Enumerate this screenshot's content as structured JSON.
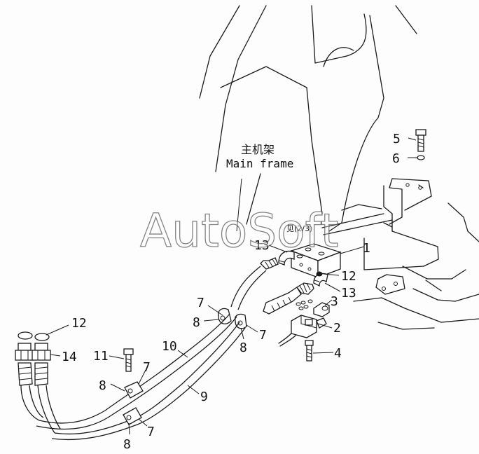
{
  "diagram": {
    "frame_label": {
      "chinese": "主机架",
      "english": "Main frame"
    },
    "reference_note": "见(2/3)",
    "watermark": "AutoSoft",
    "callouts": [
      {
        "id": "c1",
        "text": "1"
      },
      {
        "id": "c2",
        "text": "2"
      },
      {
        "id": "c3",
        "text": "3"
      },
      {
        "id": "c4",
        "text": "4"
      },
      {
        "id": "c5",
        "text": "5"
      },
      {
        "id": "c6",
        "text": "6"
      },
      {
        "id": "c7a",
        "text": "7"
      },
      {
        "id": "c7b",
        "text": "7"
      },
      {
        "id": "c7c",
        "text": "7"
      },
      {
        "id": "c7d",
        "text": "7"
      },
      {
        "id": "c8a",
        "text": "8"
      },
      {
        "id": "c8b",
        "text": "8"
      },
      {
        "id": "c8c",
        "text": "8"
      },
      {
        "id": "c8d",
        "text": "8"
      },
      {
        "id": "c9",
        "text": "9"
      },
      {
        "id": "c10",
        "text": "10"
      },
      {
        "id": "c11",
        "text": "11"
      },
      {
        "id": "c12a",
        "text": "12"
      },
      {
        "id": "c12b",
        "text": "12"
      },
      {
        "id": "c13a",
        "text": "13"
      },
      {
        "id": "c13b",
        "text": "13"
      },
      {
        "id": "c14",
        "text": "14"
      }
    ]
  }
}
